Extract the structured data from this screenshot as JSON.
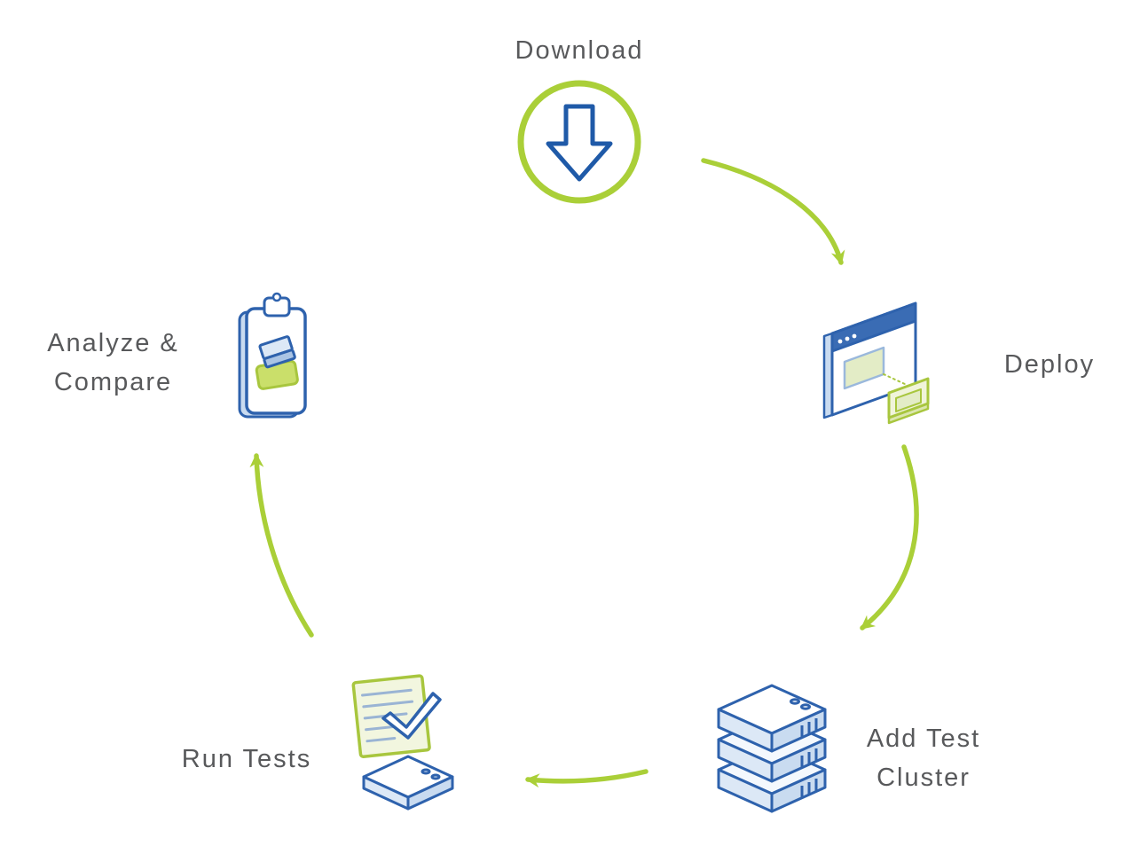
{
  "diagram": {
    "type": "cycle-diagram",
    "description": "Five-step circular workflow",
    "steps": [
      {
        "id": "download",
        "label": "Download"
      },
      {
        "id": "deploy",
        "label": "Deploy"
      },
      {
        "id": "add-test-cluster",
        "label": "Add Test Cluster"
      },
      {
        "id": "run-tests",
        "label": "Run Tests"
      },
      {
        "id": "analyze-compare",
        "label": "Analyze & Compare"
      }
    ],
    "flow": [
      "download",
      "deploy",
      "add-test-cluster",
      "run-tests",
      "analyze-compare"
    ],
    "colors": {
      "accent_green": "#aacf38",
      "light_green_fill": "#f0f4da",
      "mid_green": "#cadf6a",
      "primary_blue": "#2e62ad",
      "dark_blue": "#1f5aa8",
      "light_blue_fill": "#dce8f6",
      "mid_blue_fill": "#c9dbf0",
      "text_gray": "#58595b"
    }
  }
}
